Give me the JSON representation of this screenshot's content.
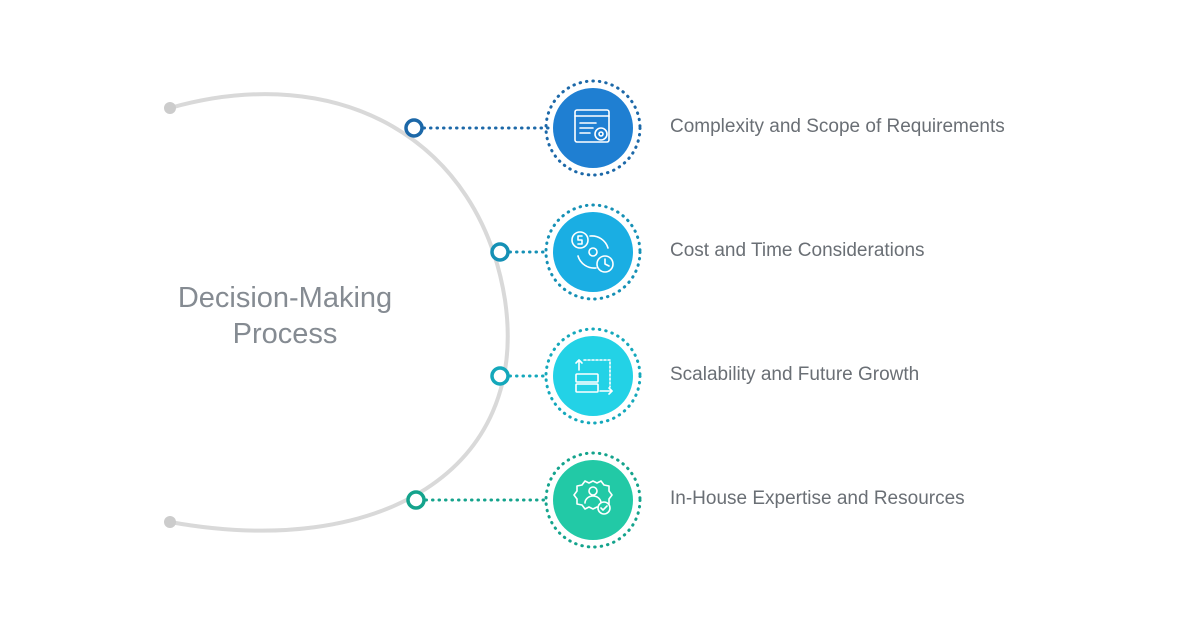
{
  "center": {
    "line1": "Decision-Making",
    "line2": "Process"
  },
  "items": [
    {
      "label": "Complexity and Scope of Requirements",
      "icon": "document-gear-icon",
      "color": "#1f7fd2",
      "node_color": "#1c68a8"
    },
    {
      "label": "Cost and Time Considerations",
      "icon": "dollar-clock-cycle-icon",
      "color": "#1aaee3",
      "node_color": "#1590b5"
    },
    {
      "label": "Scalability and Future Growth",
      "icon": "server-scale-icon",
      "color": "#23d2e6",
      "node_color": "#14a8bb"
    },
    {
      "label": "In-House Expertise and Resources",
      "icon": "user-gear-check-icon",
      "color": "#22c9a6",
      "node_color": "#14a38c"
    }
  ],
  "colors": {
    "arc": "#d9d9d9",
    "arc_end": "#cccccc"
  }
}
